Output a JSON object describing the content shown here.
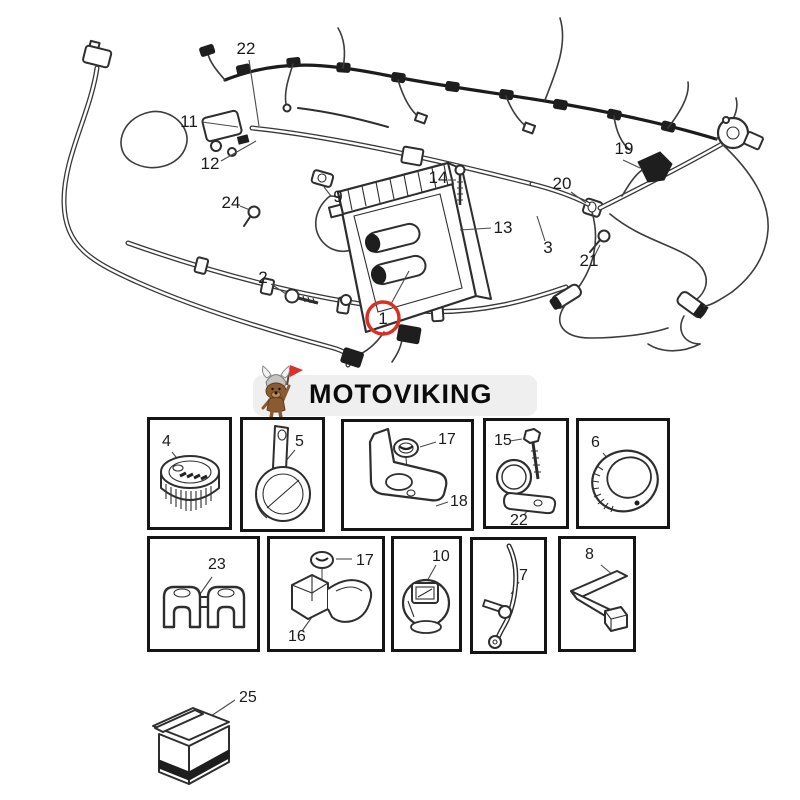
{
  "logo": {
    "text": "MOTOVIKING",
    "icon": "viking-dog-mascot",
    "bg_color": "#efefef",
    "text_color": "#0b0b0b",
    "flag_color": "#d9312b"
  },
  "diagram": {
    "description": "engine wiring harness exploded-view line drawing",
    "highlight_color": "#d93026",
    "callouts": {
      "n1": "1",
      "n2": "2",
      "n3": "3",
      "n9": "9",
      "n11": "11",
      "n12": "12",
      "n13": "13",
      "n14": "14",
      "n19": "19",
      "n20": "20",
      "n21": "21",
      "n22": "22",
      "n24": "24"
    }
  },
  "parts_grid": {
    "row1": [
      {
        "id": "ribbed-cap",
        "labels": [
          "4"
        ]
      },
      {
        "id": "loop-clamp",
        "labels": [
          "5"
        ]
      },
      {
        "id": "l-bracket-with-grommet",
        "labels": [
          "17",
          "18"
        ]
      },
      {
        "id": "p-clamp-with-bolt",
        "labels": [
          "15",
          "22"
        ]
      },
      {
        "id": "ribbed-ring",
        "labels": [
          "6"
        ]
      }
    ],
    "row2": [
      {
        "id": "double-wire-clip",
        "labels": [
          "23"
        ]
      },
      {
        "id": "harness-clip-with-grommet",
        "labels": [
          "17",
          "16"
        ]
      },
      {
        "id": "round-connector",
        "labels": [
          "10"
        ]
      },
      {
        "id": "curved-rod-clip",
        "labels": [
          "7"
        ]
      },
      {
        "id": "strap-with-connector",
        "labels": [
          "8"
        ]
      }
    ]
  },
  "shipping_box": {
    "label": "25"
  }
}
